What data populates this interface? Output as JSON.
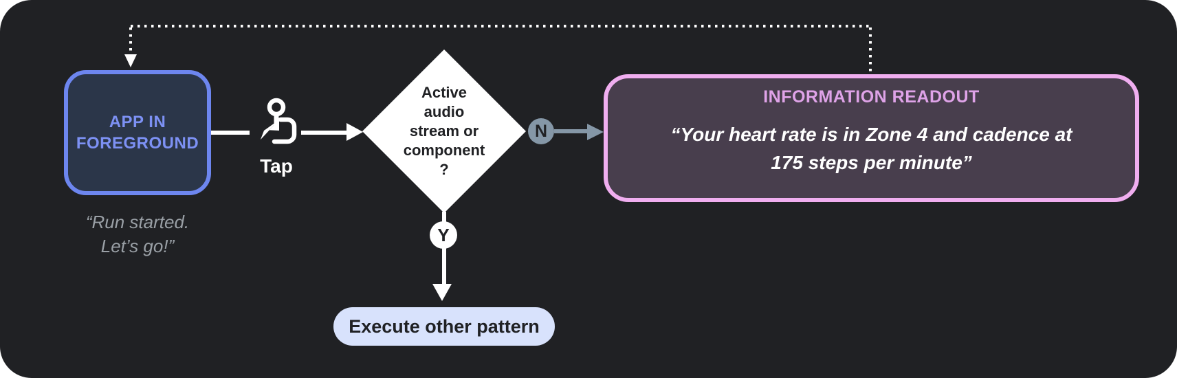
{
  "colors": {
    "canvas_bg": "#202124",
    "node_blue_border": "#6d86ef",
    "node_blue_fill": "#2b3649",
    "node_blue_text": "#7d91f4",
    "caption_gray": "#9aa0a6",
    "white": "#ffffff",
    "dark_text": "#202124",
    "slate_branch": "#8597a7",
    "readout_border": "#f0aef0",
    "readout_fill": "#483e4d",
    "readout_title": "#dfa3e8",
    "pill_bg": "#d8e2fc"
  },
  "nodes": {
    "app_in_foreground": {
      "label": "APP IN FOREGROUND",
      "caption_lines": [
        "“Run started.",
        "Let’s go!”"
      ]
    },
    "tap": {
      "icon": "tap-gesture-icon",
      "label": "Tap"
    },
    "decision": {
      "lines": [
        "Active",
        "audio",
        "stream or",
        "component",
        "?"
      ]
    },
    "branch_no": {
      "badge": "N"
    },
    "branch_yes": {
      "badge": "Y"
    },
    "information_readout": {
      "title": "INFORMATION READOUT",
      "quote_lines": [
        "“Your heart rate is in Zone 4 and cadence at",
        "175 steps per minute”"
      ]
    },
    "execute_other_pattern": {
      "label": "Execute other pattern"
    }
  }
}
